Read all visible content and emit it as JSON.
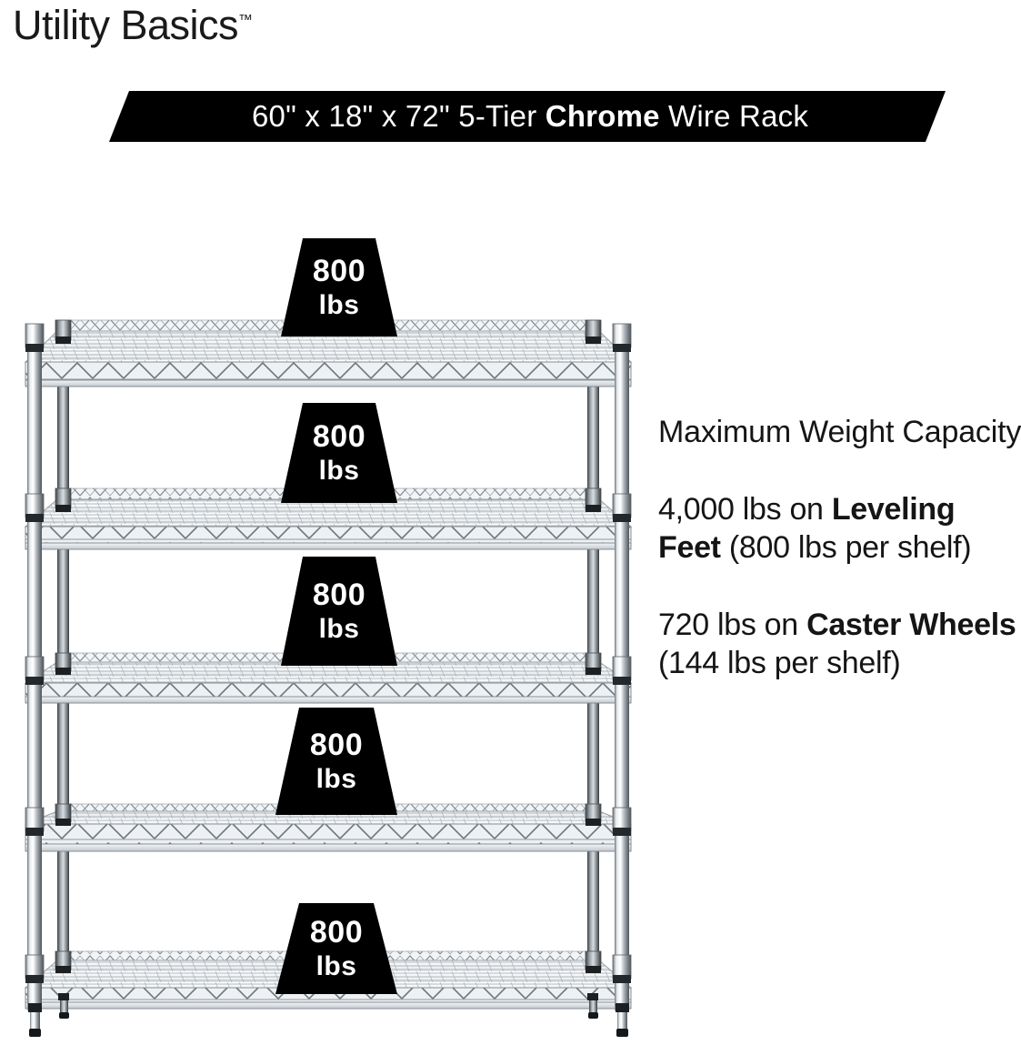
{
  "brand": {
    "name": "Utility Basics",
    "trademark": "™"
  },
  "banner": {
    "prefix": "60\" x 18\" x 72\" 5-Tier ",
    "highlight": "Chrome",
    "suffix": " Wire Rack",
    "background": "#000000",
    "text_color": "#ffffff"
  },
  "copy": {
    "heading": "Maximum Weight Capacity",
    "paragraphs": [
      {
        "part1": "4,000 lbs on ",
        "bold": "Leveling Feet",
        "part2": " (800 lbs per shelf)"
      },
      {
        "part1": "720 lbs on ",
        "bold": "Caster Wheels",
        "part2": " (144 lbs per shelf)"
      }
    ]
  },
  "rack": {
    "tiers": 5,
    "finish": "chrome",
    "feet": "leveling-feet",
    "badges": [
      {
        "value": "800",
        "unit": "lbs"
      },
      {
        "value": "800",
        "unit": "lbs"
      },
      {
        "value": "800",
        "unit": "lbs"
      },
      {
        "value": "800",
        "unit": "lbs"
      },
      {
        "value": "800",
        "unit": "lbs"
      }
    ]
  }
}
